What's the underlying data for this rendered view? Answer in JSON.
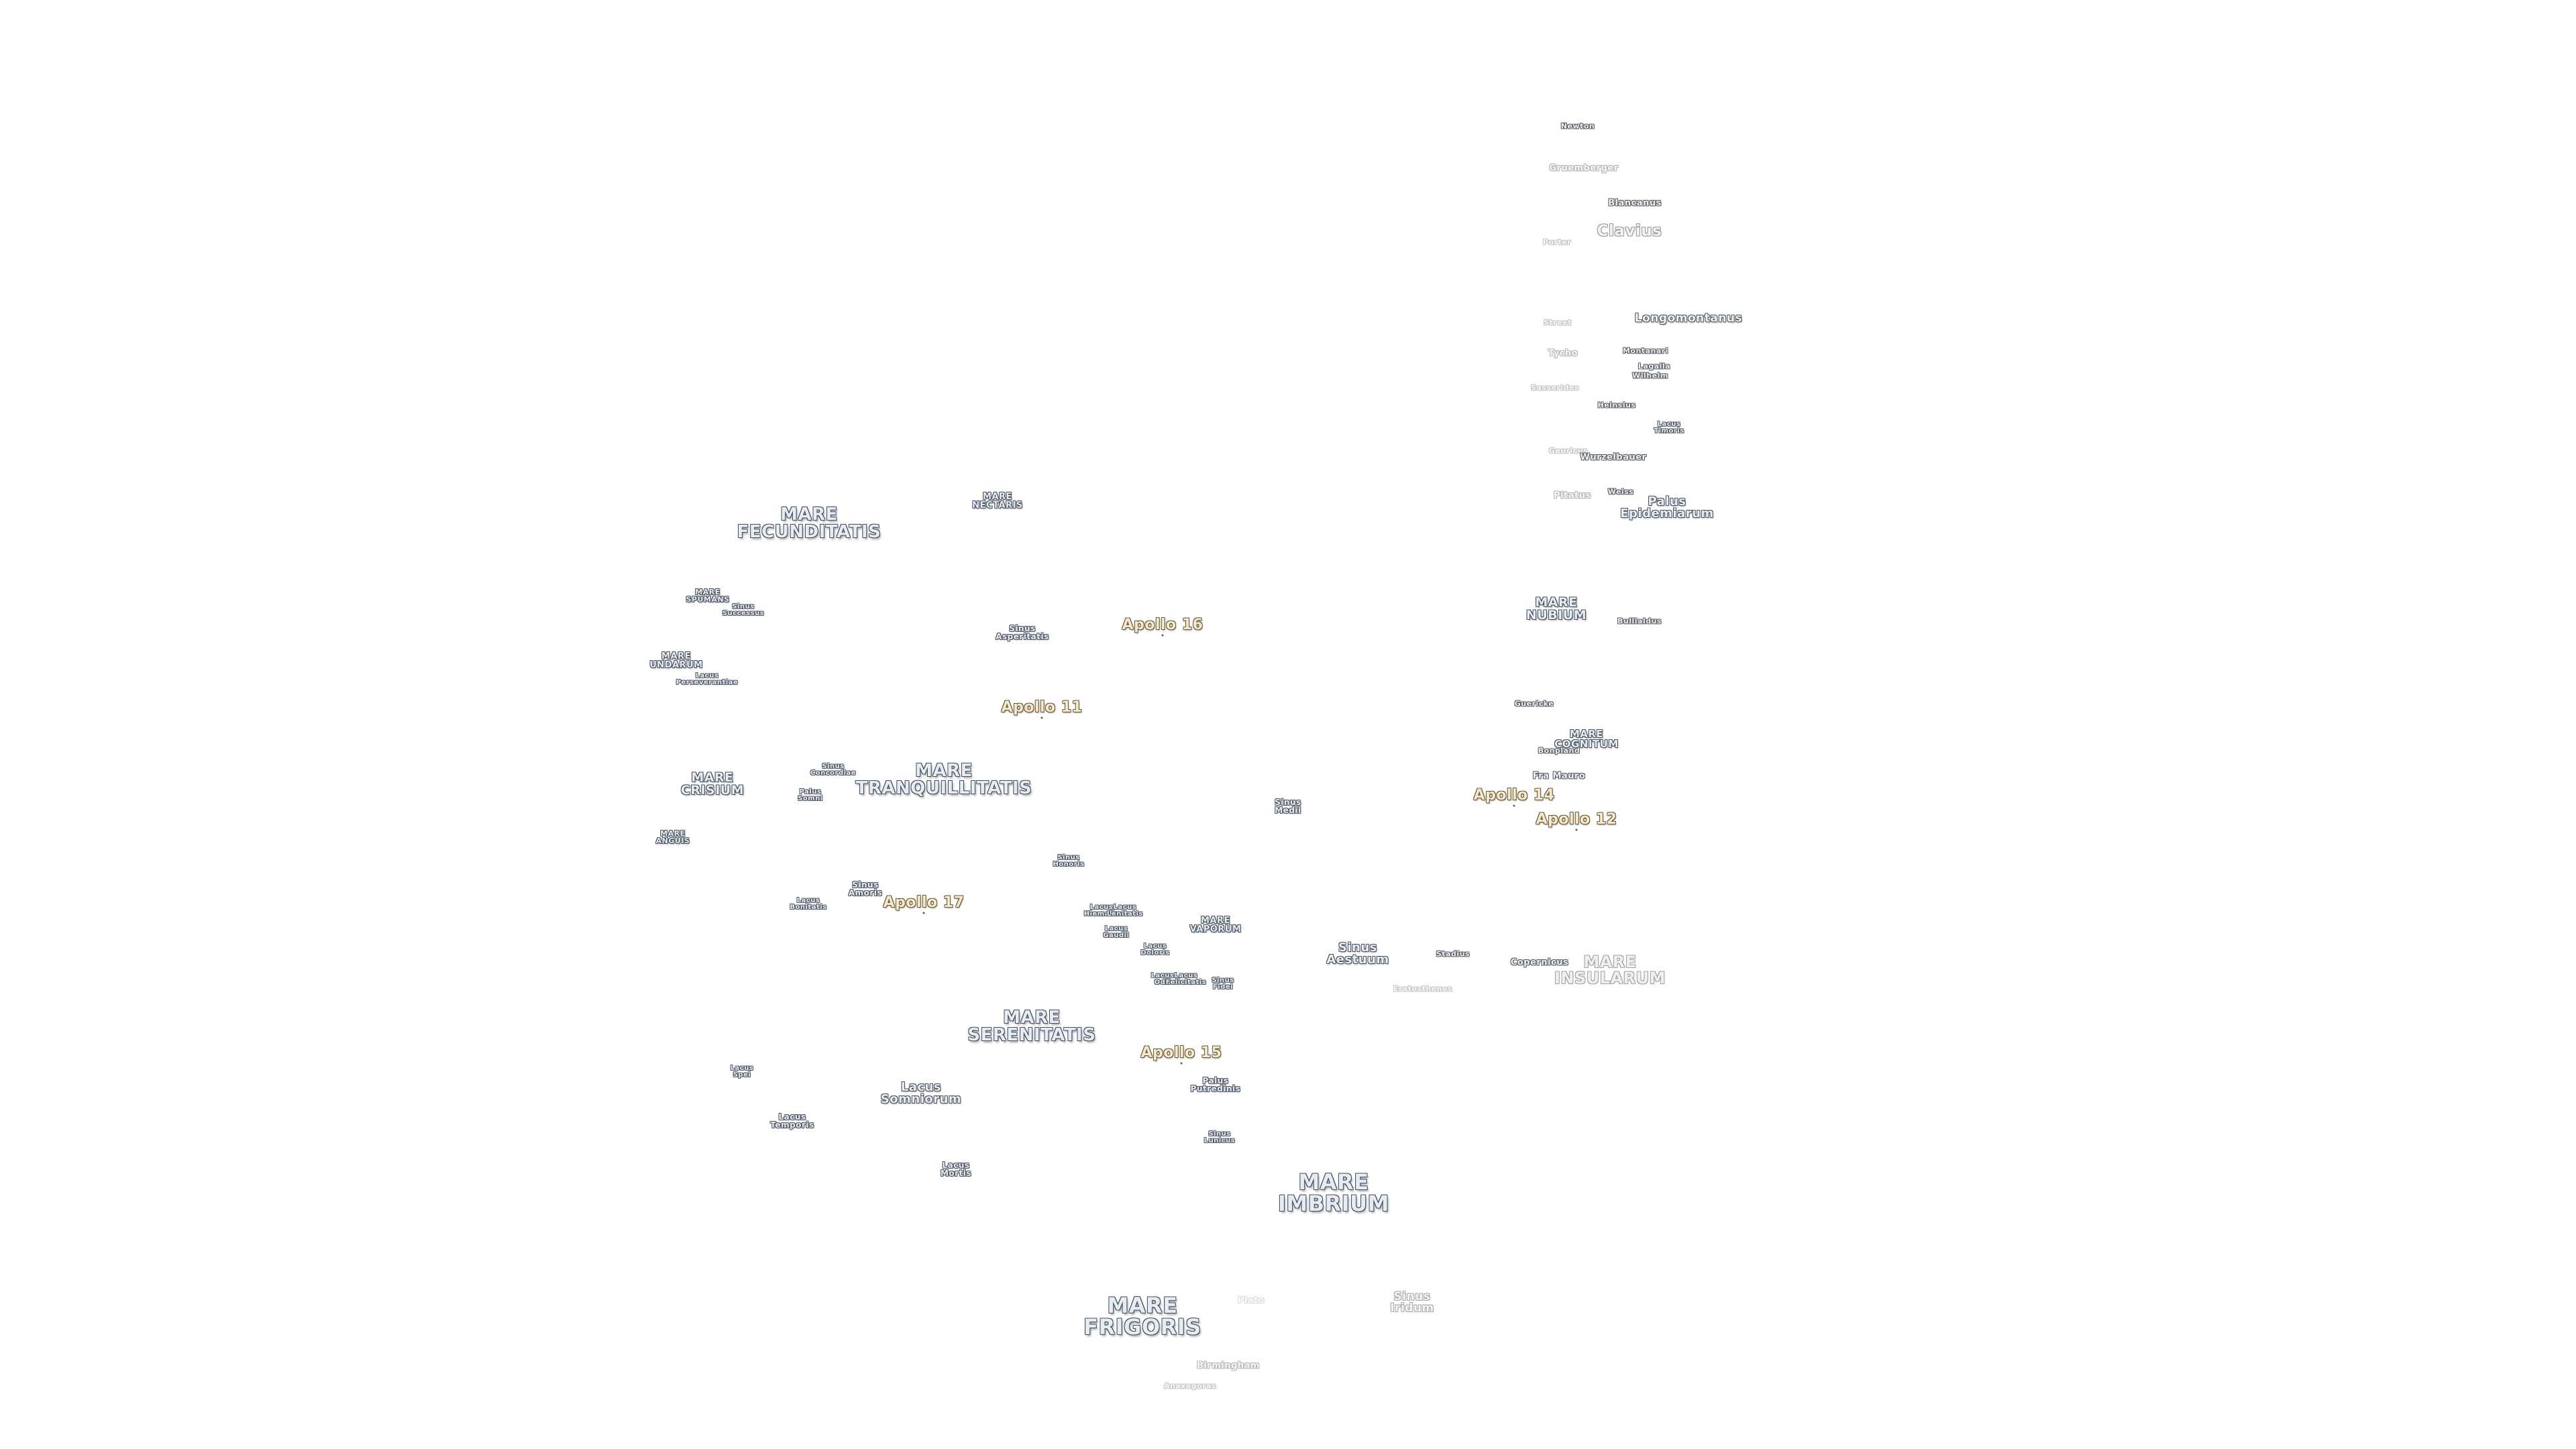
{
  "maria": {
    "fecunditatis": "MARE\nFECUNDITATIS",
    "nectaris": "MARE\nNECTARIS",
    "spumans": "MARE\nSPUMANS",
    "undarum": "MARE\nUNDARUM",
    "crisium": "MARE\nCRISIUM",
    "anguis": "MARE\nANGUIS",
    "tranquillitatis": "MARE\nTRANQUILLITATIS",
    "serenitatis": "MARE\nSERENITATIS",
    "vaporum": "MARE\nVAPORUM",
    "imbrium": "MARE\nIMBRIUM",
    "frigoris": "MARE\nFRIGORIS",
    "nubium": "MARE\nNUBIUM",
    "cognitum": "MARE\nCOGNITUM",
    "insularum": "MARE\nINSULARUM"
  },
  "features": {
    "sinus_successus": "Sinus\nSuccessus",
    "lacus_perseverantiae": "Lacus\nPerseverantiae",
    "sinus_asperitatis": "Sinus\nAsperitatis",
    "sinus_concordiae": "Sinus\nConcordiae",
    "palus_somni": "Palus\nSomni",
    "sinus_amoris": "Sinus\nAmoris",
    "lacus_bonitatis": "Lacus\nBonitatis",
    "sinus_honoris": "Sinus\nHonoris",
    "sinus_medii": "Sinus\nMedii",
    "lacus_hiemalis": "Lacus\nHiemalis",
    "lacus_lenitatis": "Lacus\nLenitatis",
    "lacus_gaudii": "Lacus\nGaudii",
    "lacus_doloris": "Lacus\nDoloris",
    "lacus_odii": "Lacus\nOdii",
    "lacus_felicitatis": "Lacus\nFelicitatis",
    "sinus_fidei": "Sinus\nFidei",
    "sinus_aestuum": "Sinus\nAestuum",
    "lacus_spei": "Lacus\nSpei",
    "lacus_somniorum": "Lacus\nSomniorum",
    "lacus_temporis": "Lacus\nTemporis",
    "lacus_mortis": "Lacus\nMortis",
    "palus_putredinis": "Palus\nPutredinis",
    "sinus_lunicus": "Sinus\nLunicus",
    "palus_epidemiarum": "Palus\nEpidemiarum",
    "lacus_timoris": "Lacus\nTimoris",
    "sinus_iridum": "Sinus\nIridum"
  },
  "craters": {
    "newton": "Newton",
    "gruemberger": "Gruemberger",
    "blancanus": "Blancanus",
    "clavius": "Clavius",
    "porter": "Porter",
    "longomontanus": "Longomontanus",
    "street": "Street",
    "tycho": "Tycho",
    "montanari": "Montanari",
    "lagalla": "Lagalla",
    "wilhelm": "Wilhelm",
    "sasserides": "Sasserides",
    "heinsius": "Heinsius",
    "gauricus": "Gauricus",
    "wurzelbauer": "Wurzelbauer",
    "pitatus": "Pitatus",
    "weiss": "Weiss",
    "bullialdus": "Bullialdus",
    "guericke": "Guericke",
    "bonpland": "Bonpland",
    "fra_mauro": "Fra Mauro",
    "stadius": "Stadius",
    "copernicus": "Copernicus",
    "eratosthenes": "Eratosthenes",
    "plato": "Plato",
    "birmingham": "Birmingham",
    "anaxagoras": "Anaxagoras"
  },
  "apollo": {
    "a16": "Apollo 16",
    "a11": "Apollo 11",
    "a17": "Apollo 17",
    "a15": "Apollo 15",
    "a14": "Apollo 14",
    "a12": "Apollo 12"
  }
}
